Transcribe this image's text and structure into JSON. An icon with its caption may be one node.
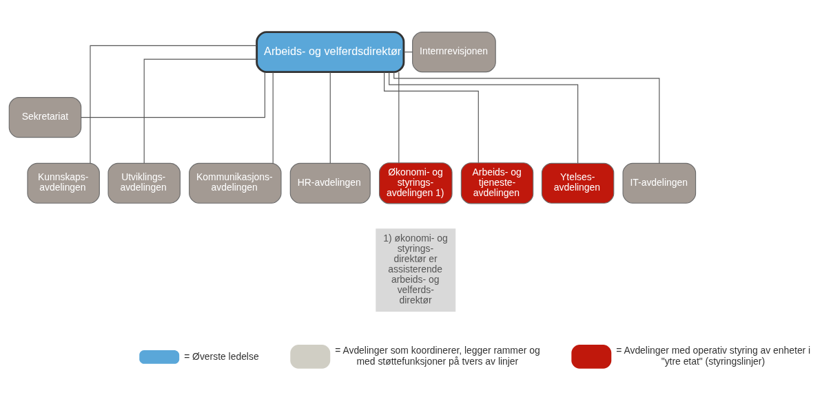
{
  "diagram": {
    "nodes": [
      {
        "text": [
          "Arbeids- og velferdsdirektør"
        ]
      },
      {
        "text": [
          "Internrevisjonen"
        ]
      },
      {
        "text": [
          "Sekretariat"
        ]
      },
      {
        "text": [
          "Kunnskaps- avdelingen"
        ]
      },
      {
        "text": [
          "Utviklings- avdelingen"
        ]
      },
      {
        "text": [
          "Kommunikasjons- avdelingen"
        ]
      },
      {
        "text": [
          "HR-avdelingen"
        ]
      },
      {
        "text": [
          "Økonomi- og styrings- avdelingen 1)"
        ]
      },
      {
        "text": [
          "Arbeids- og tjeneste- avdelingen"
        ]
      },
      {
        "text": [
          "Ytelses- avdelingen"
        ]
      },
      {
        "text": [
          "IT-avdelingen"
        ]
      },
      {
        "text": [
          "1) økonomi- og styrings- direktør er assisterende arbeids- og velferds- direktør"
        ]
      }
    ],
    "edges": [
      {
        "from": 1,
        "to": 0,
        "arrow": "none"
      },
      {
        "from": 0,
        "to": 2,
        "arrow": "none"
      },
      {
        "from": 0,
        "to": 3,
        "arrow": "none"
      },
      {
        "from": 0,
        "to": 4,
        "arrow": "none"
      },
      {
        "from": 0,
        "to": 5,
        "arrow": "none"
      },
      {
        "from": 0,
        "to": 6,
        "arrow": "none"
      },
      {
        "from": 0,
        "to": 7,
        "arrow": "none"
      },
      {
        "from": 0,
        "to": 8,
        "arrow": "none"
      },
      {
        "from": 0,
        "to": 9,
        "arrow": "none"
      },
      {
        "from": 0,
        "to": 10,
        "arrow": "none"
      }
    ],
    "legend": [
      {
        "text": "= Øverste ledelse",
        "color": "#5aa7d9"
      },
      {
        "text": "= Avdelinger som koordinerer, legger rammer og med støttefunksjoner på tvers av linjer",
        "color": "#d0cec4"
      },
      {
        "text": "= Avdelinger med operativ styring av enheter i \"ytre etat\" (styringslinjer)",
        "color": "#c0180c"
      }
    ]
  }
}
